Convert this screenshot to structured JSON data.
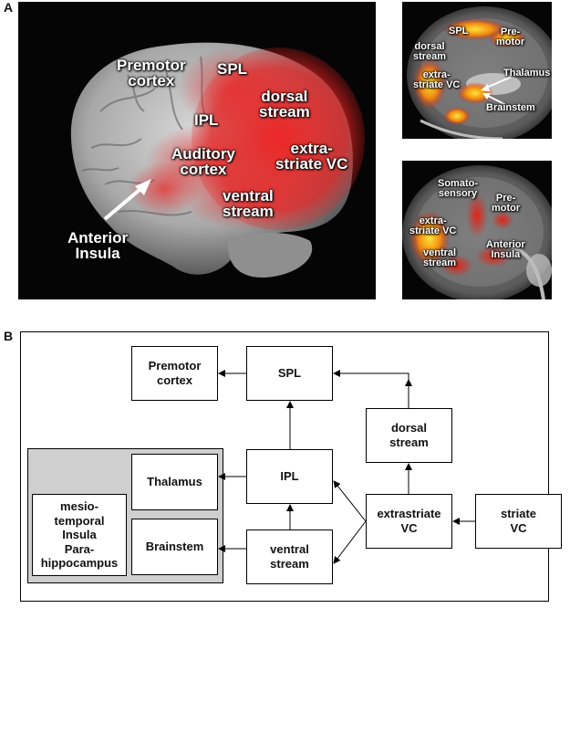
{
  "panel_a_label": "A",
  "panel_b_label": "B",
  "lateral_labels": {
    "premotor": "Premotor\ncortex",
    "spl": "SPL",
    "dorsal": "dorsal\nstream",
    "ipl": "IPL",
    "auditory": "Auditory\ncortex",
    "extrastriate": "extra-\nstriate VC",
    "ventral": "ventral\nstream",
    "insula": "Anterior\nInsula"
  },
  "sagittal_top_labels": {
    "spl": "SPL",
    "premotor": "Pre-\nmotor",
    "dorsal": "dorsal\nstream",
    "extrastriate": "extra-\nstriate VC",
    "thalamus": "Thalamus",
    "brainstem": "Brainstem"
  },
  "sagittal_bottom_labels": {
    "somatosensory": "Somato-\nsensory",
    "premotor": "Pre-\nmotor",
    "extrastriate": "extra-\nstriate VC",
    "ventral": "ventral\nstream",
    "insula": "Anterior\nInsula"
  },
  "nodes": {
    "premotor": "Premotor\ncortex",
    "spl": "SPL",
    "dorsal": "dorsal\nstream",
    "thalamus": "Thalamus",
    "ipl": "IPL",
    "extrastriate": "extrastriate\nVC",
    "striate": "striate\nVC",
    "mesio": "mesio-\ntemporal\nInsula\nPara-\nhippocampus",
    "brainstem": "Brainstem",
    "ventral": "ventral\nstream"
  },
  "colors": {
    "activation": "#e8241c",
    "hot": "#ffd21a",
    "gray_region": "#cfcfcf"
  }
}
